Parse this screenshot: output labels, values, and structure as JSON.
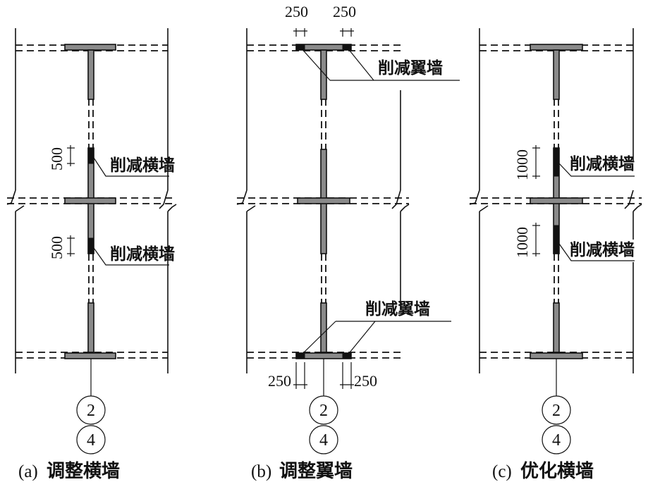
{
  "panels": [
    {
      "caption_letter": "(a)",
      "caption": "调整横墙",
      "dims": [
        "500",
        "500"
      ],
      "labels": [
        "削减横墙",
        "削减横墙"
      ],
      "axis_top": "2",
      "axis_bottom": "4"
    },
    {
      "caption_letter": "(b)",
      "caption": "调整翼墙",
      "dims": [
        "250",
        "250",
        "250",
        "250"
      ],
      "labels": [
        "削减翼墙",
        "削减翼墙"
      ],
      "axis_top": "2",
      "axis_bottom": "4"
    },
    {
      "caption_letter": "(c)",
      "caption": "优化横墙",
      "dims": [
        "1000",
        "1000"
      ],
      "labels": [
        "削减横墙",
        "削减横墙"
      ],
      "axis_top": "2",
      "axis_bottom": "4"
    }
  ]
}
